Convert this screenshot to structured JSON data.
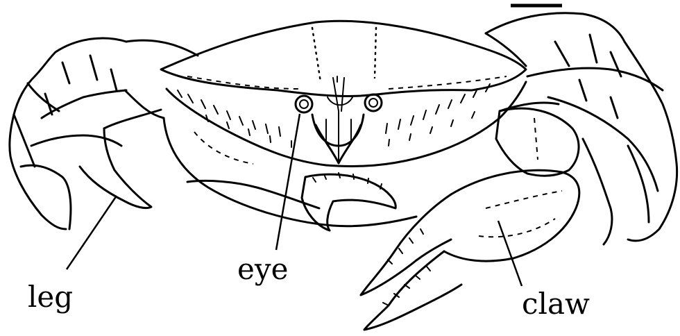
{
  "labels": {
    "leg": "leg",
    "eye": "eye",
    "claw": "claw"
  },
  "icons": {
    "figure": "crab-line-drawing",
    "scale": "scale-bar"
  },
  "colors": {
    "ink": "#000000",
    "paper": "#ffffff"
  }
}
